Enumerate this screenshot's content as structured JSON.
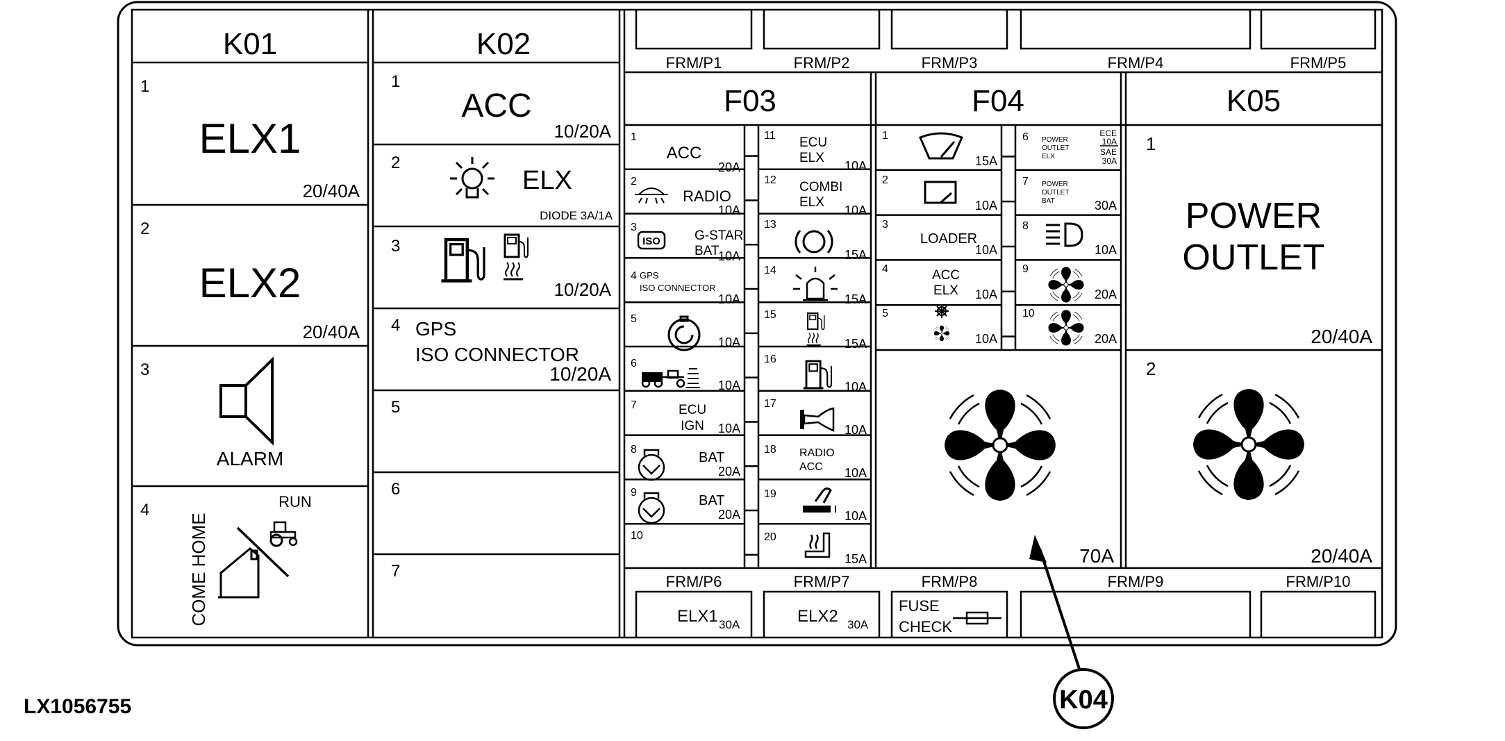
{
  "doc_id": "LX1056755",
  "callout": "K04",
  "k01": {
    "title": "K01",
    "slots": [
      {
        "num": "1",
        "label": "ELX1",
        "rating": "20/40A"
      },
      {
        "num": "2",
        "label": "ELX2",
        "rating": "20/40A"
      },
      {
        "num": "3",
        "label": "ALARM"
      },
      {
        "num": "4",
        "label_a": "COME HOME",
        "label_b": "RUN"
      }
    ]
  },
  "k02": {
    "title": "K02",
    "slots": [
      {
        "num": "1",
        "label": "ACC",
        "rating": "10/20A"
      },
      {
        "num": "2",
        "label": "ELX",
        "sub": "DIODE 3A/1A"
      },
      {
        "num": "3",
        "rating": "10/20A"
      },
      {
        "num": "4",
        "line1": "GPS",
        "line2": "ISO CONNECTOR",
        "rating": "10/20A"
      },
      {
        "num": "5"
      },
      {
        "num": "6"
      },
      {
        "num": "7"
      }
    ]
  },
  "frm_top": [
    "FRM/P1",
    "FRM/P2",
    "FRM/P3",
    "FRM/P4",
    "FRM/P5"
  ],
  "frm_bottom": [
    "FRM/P6",
    "FRM/P7",
    "FRM/P8",
    "FRM/P9",
    "FRM/P10"
  ],
  "f03": {
    "title": "F03",
    "left": [
      {
        "num": "1",
        "label": "ACC",
        "rating": "20A"
      },
      {
        "num": "2",
        "label": "RADIO",
        "rating": "10A"
      },
      {
        "num": "3",
        "line1": "G-STAR",
        "line2": "BAT",
        "icon": "ISO",
        "rating": "10A"
      },
      {
        "num": "4",
        "line1": "GPS",
        "line2": "ISO CONNECTOR",
        "rating": "10A"
      },
      {
        "num": "5",
        "rating": "10A"
      },
      {
        "num": "6",
        "rating": "10A"
      },
      {
        "num": "7",
        "line1": "ECU",
        "line2": "IGN",
        "rating": "10A"
      },
      {
        "num": "8",
        "label": "BAT",
        "rating": "20A"
      },
      {
        "num": "9",
        "label": "BAT",
        "rating": "20A"
      },
      {
        "num": "10"
      }
    ],
    "right": [
      {
        "num": "11",
        "line1": "ECU",
        "line2": "ELX",
        "rating": "10A"
      },
      {
        "num": "12",
        "line1": "COMBI",
        "line2": "ELX",
        "rating": "10A"
      },
      {
        "num": "13",
        "rating": "15A"
      },
      {
        "num": "14",
        "rating": "15A"
      },
      {
        "num": "15",
        "rating": "15A"
      },
      {
        "num": "16",
        "rating": "10A"
      },
      {
        "num": "17",
        "rating": "10A"
      },
      {
        "num": "18",
        "line1": "RADIO",
        "line2": "ACC",
        "rating": "10A"
      },
      {
        "num": "19",
        "rating": "10A"
      },
      {
        "num": "20",
        "rating": "15A"
      }
    ]
  },
  "f04": {
    "title": "F04",
    "left": [
      {
        "num": "1",
        "rating": "15A"
      },
      {
        "num": "2",
        "rating": "10A"
      },
      {
        "num": "3",
        "label": "LOADER",
        "rating": "10A"
      },
      {
        "num": "4",
        "line1": "ACC",
        "line2": "ELX",
        "rating": "10A"
      },
      {
        "num": "5",
        "rating": "10A"
      }
    ],
    "right": [
      {
        "num": "6",
        "line1": "POWER",
        "line2": "OUTLET",
        "line3": "ELX",
        "r1": "ECE",
        "r2": "10A",
        "r3": "SAE",
        "r4": "30A"
      },
      {
        "num": "7",
        "line1": "POWER",
        "line2": "OUTLET",
        "line3": "BAT",
        "rating": "30A"
      },
      {
        "num": "8",
        "rating": "10A"
      },
      {
        "num": "9",
        "rating": "20A"
      },
      {
        "num": "10",
        "rating": "20A"
      }
    ],
    "relay_rating": "70A"
  },
  "k05": {
    "title": "K05",
    "slots": [
      {
        "num": "1",
        "line1": "POWER",
        "line2": "OUTLET",
        "rating": "20/40A"
      },
      {
        "num": "2",
        "rating": "20/40A"
      }
    ]
  },
  "bottom_cells": {
    "p6_label": "ELX1",
    "p6_rating": "30A",
    "p7_label": "ELX2",
    "p7_rating": "30A",
    "p8_line1": "FUSE",
    "p8_line2": "CHECK"
  }
}
